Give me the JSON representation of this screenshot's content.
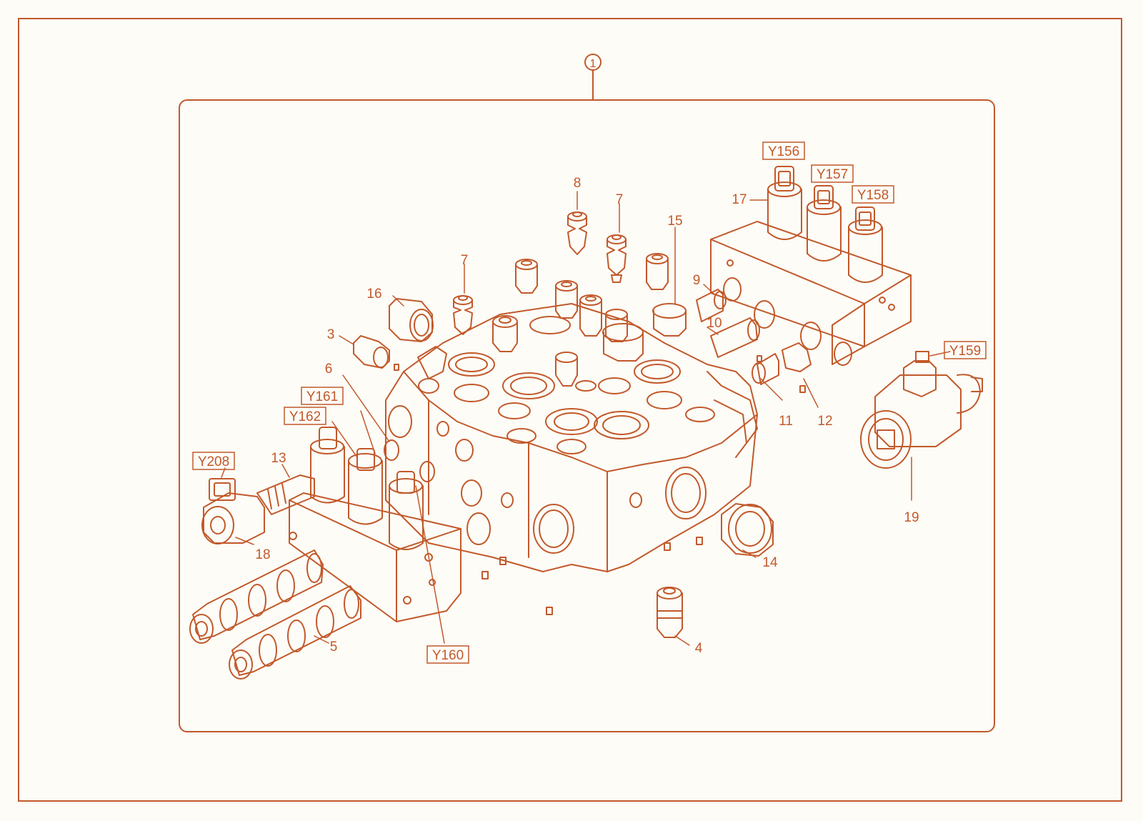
{
  "diagram": {
    "accent_color": "#c2592a",
    "background_color": "#fdfcf7",
    "assembly_callout": "1",
    "part_labels": [
      "3",
      "4",
      "5",
      "6",
      "7",
      "7",
      "8",
      "9",
      "10",
      "11",
      "12",
      "13",
      "14",
      "15",
      "16",
      "17",
      "18",
      "19"
    ],
    "solenoid_labels": [
      "Y156",
      "Y157",
      "Y158",
      "Y159",
      "Y160",
      "Y161",
      "Y162",
      "Y208"
    ]
  }
}
